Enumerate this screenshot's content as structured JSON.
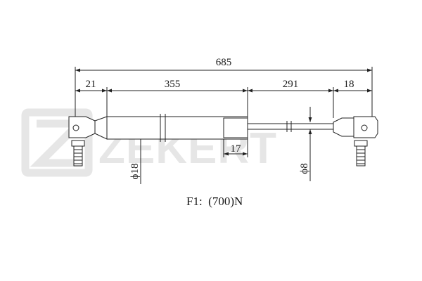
{
  "watermark": {
    "brand": "ZEKERT"
  },
  "dimensions": {
    "total_length": "685",
    "left_end": "21",
    "body_length": "355",
    "rod_length": "291",
    "right_end": "18",
    "collar": "17",
    "body_diameter": "ϕ18",
    "rod_diameter": "ϕ8"
  },
  "force_label": "F1:  (700)N"
}
